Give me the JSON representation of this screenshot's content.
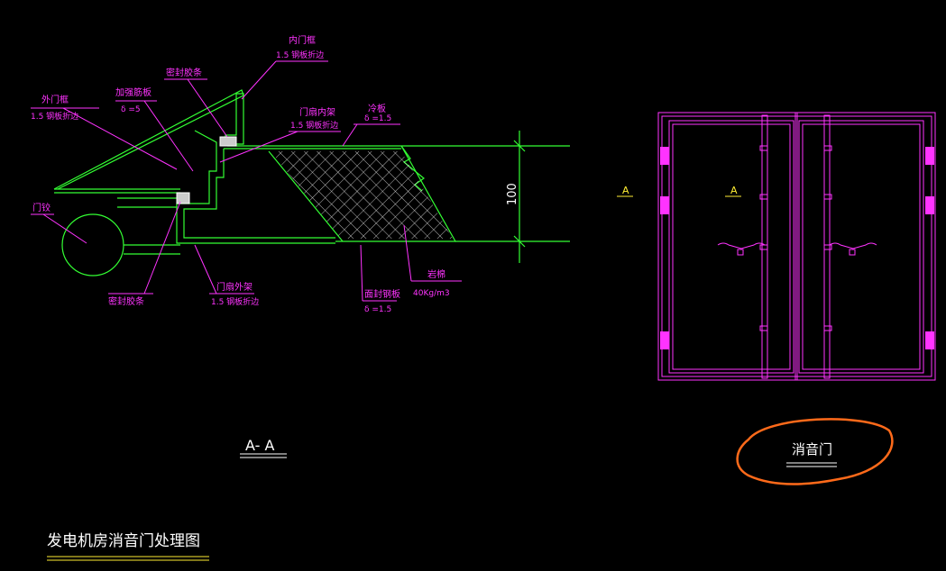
{
  "drawing": {
    "title": "发电机房消音门处理图",
    "section_label": "A- A",
    "door_label": "消音门",
    "section_marker": "A",
    "dimension": "100"
  },
  "labels": {
    "inner_frame": "内门框",
    "inner_frame_spec": "1.5 钢板折边",
    "seal_strip_top": "密封胶条",
    "reinforce_plate": "加强筋板",
    "reinforce_spec": "δ =5",
    "outer_frame": "外门框",
    "outer_frame_spec": "1.5 钢板折边",
    "door_inner_frame": "门扇内架",
    "door_inner_spec": "1.5 钢板折边",
    "cold_plate": "冷板",
    "cold_plate_spec": "δ =1.5",
    "hinge": "门铰",
    "seal_strip_bottom": "密封胶条",
    "door_outer_frame": "门扇外架",
    "door_outer_spec": "1.5 钢板折边",
    "face_plate": "面封钢板",
    "face_plate_spec": "δ =1.5",
    "rock_wool": "岩棉",
    "rock_wool_density": "40Kg/m3"
  },
  "colors": {
    "line_green": "#33ff33",
    "annotation_magenta": "#ff33ff",
    "text_white": "#ffffff",
    "marker_yellow": "#ffee33",
    "highlight_orange": "#ff6a1a",
    "background": "#000000"
  }
}
